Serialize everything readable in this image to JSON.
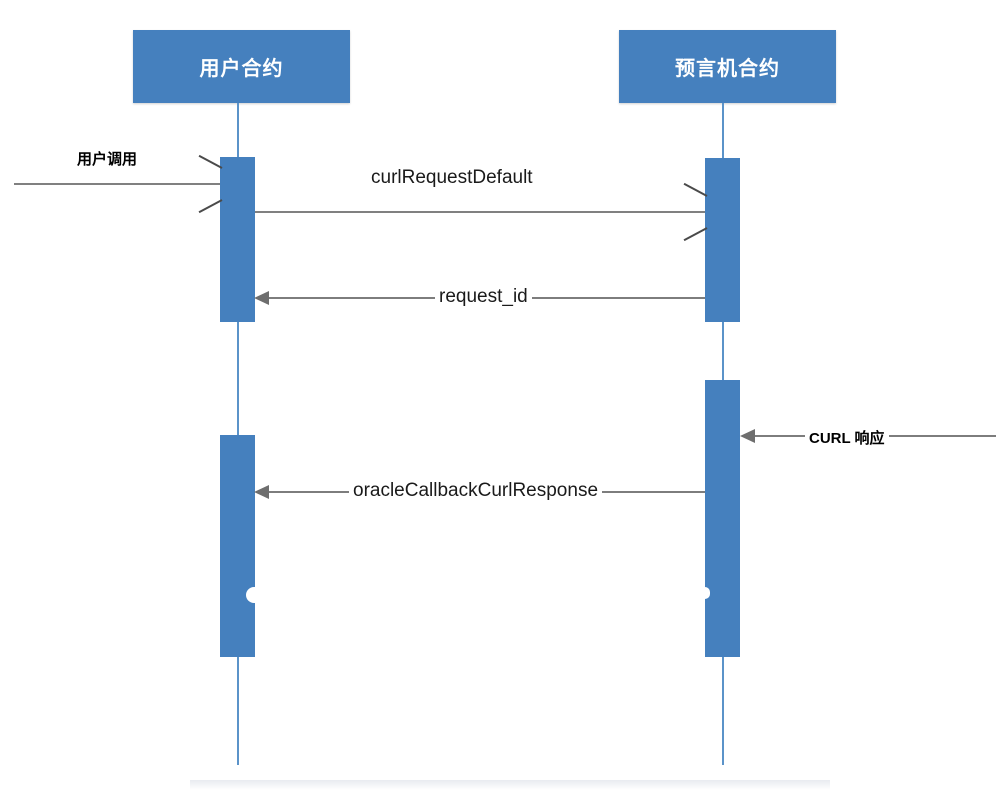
{
  "diagram": {
    "type": "sequence-diagram",
    "title": "",
    "colors": {
      "participant_fill": "#4580BE",
      "participant_text": "#FFFFFF",
      "lifeline": "#5B93C9",
      "activation_fill": "#4580BE",
      "message_line": "#808080",
      "label_text": "#1A1A1A",
      "background": "#FFFFFF"
    },
    "participants": [
      {
        "id": "user-contract",
        "label": "用户合约"
      },
      {
        "id": "oracle-contract",
        "label": "预言机合约"
      }
    ],
    "messages": [
      {
        "id": "user-invoke",
        "label": "用户调用",
        "from": "external",
        "to": "user-contract",
        "direction": "right",
        "arrowhead": "open",
        "label_position": "above-line",
        "bold": true
      },
      {
        "id": "curl-request-default",
        "label": "curlRequestDefault",
        "from": "user-contract",
        "to": "oracle-contract",
        "direction": "right",
        "arrowhead": "open",
        "label_position": "above-line",
        "bold": false
      },
      {
        "id": "request-id",
        "label": "request_id",
        "from": "oracle-contract",
        "to": "user-contract",
        "direction": "left",
        "arrowhead": "solid",
        "label_position": "on-line",
        "bold": false
      },
      {
        "id": "curl-response",
        "label": "CURL 响应",
        "from": "external",
        "to": "oracle-contract",
        "direction": "left",
        "arrowhead": "solid",
        "label_position": "on-line",
        "bold": true
      },
      {
        "id": "oracle-callback-curl-response",
        "label": "oracleCallbackCurlResponse",
        "from": "oracle-contract",
        "to": "user-contract",
        "direction": "left",
        "arrowhead": "solid",
        "label_position": "on-line",
        "bold": false
      }
    ],
    "activations": [
      {
        "id": "user-contract-activation-1",
        "participant": "user-contract"
      },
      {
        "id": "user-contract-activation-2",
        "participant": "user-contract"
      },
      {
        "id": "oracle-contract-activation-1",
        "participant": "oracle-contract"
      },
      {
        "id": "oracle-contract-activation-2",
        "participant": "oracle-contract"
      }
    ]
  }
}
